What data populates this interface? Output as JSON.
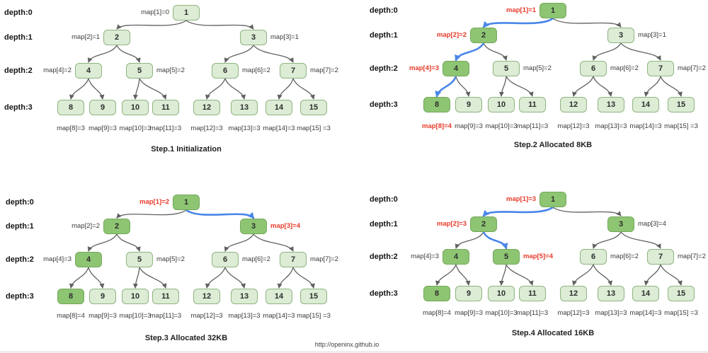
{
  "colors": {
    "node_fill": "#dcecd5",
    "node_border": "#8fb481",
    "node_fill_dark": "#8ec573",
    "node_border_dark": "#74a85a",
    "edge": "#606060",
    "edge_highlight": "#4a86e8",
    "red": "#e8392a"
  },
  "depth_labels": [
    "depth:0",
    "depth:1",
    "depth:2",
    "depth:3"
  ],
  "tree_edges": [
    [
      1,
      2
    ],
    [
      1,
      3
    ],
    [
      2,
      4
    ],
    [
      2,
      5
    ],
    [
      3,
      6
    ],
    [
      3,
      7
    ],
    [
      4,
      8
    ],
    [
      4,
      9
    ],
    [
      5,
      10
    ],
    [
      5,
      11
    ],
    [
      6,
      12
    ],
    [
      6,
      13
    ],
    [
      7,
      14
    ],
    [
      7,
      15
    ]
  ],
  "panels": [
    {
      "caption": "Step.1 Initialization",
      "highlight_edges": [],
      "nodes": [
        {
          "label": "1",
          "map_label": "map[1]=0",
          "dark": false,
          "red": false
        },
        {
          "label": "2",
          "map_label": "map[2]=1",
          "dark": false,
          "red": false
        },
        {
          "label": "3",
          "map_label": "map[3]=1",
          "dark": false,
          "red": false
        },
        {
          "label": "4",
          "map_label": "map[4]=2",
          "dark": false,
          "red": false
        },
        {
          "label": "5",
          "map_label": "map[5]=2",
          "dark": false,
          "red": false
        },
        {
          "label": "6",
          "map_label": "map[6]=2",
          "dark": false,
          "red": false
        },
        {
          "label": "7",
          "map_label": "map[7]=2",
          "dark": false,
          "red": false
        },
        {
          "label": "8",
          "map_label": "map[8]=3",
          "dark": false,
          "red": false
        },
        {
          "label": "9",
          "map_label": "map[9]=3",
          "dark": false,
          "red": false
        },
        {
          "label": "10",
          "map_label": "map[10]=3",
          "dark": false,
          "red": false
        },
        {
          "label": "11",
          "map_label": "map[11]=3",
          "dark": false,
          "red": false
        },
        {
          "label": "12",
          "map_label": "map[12]=3",
          "dark": false,
          "red": false
        },
        {
          "label": "13",
          "map_label": "map[13]=3",
          "dark": false,
          "red": false
        },
        {
          "label": "14",
          "map_label": "map[14]=3",
          "dark": false,
          "red": false
        },
        {
          "label": "15",
          "map_label": "map[15] =3",
          "dark": false,
          "red": false
        }
      ]
    },
    {
      "caption": "Step.2 Allocated 8KB",
      "highlight_edges": [
        [
          1,
          2
        ],
        [
          2,
          4
        ],
        [
          4,
          8
        ]
      ],
      "nodes": [
        {
          "label": "1",
          "map_label": "map[1]=1",
          "dark": true,
          "red": true
        },
        {
          "label": "2",
          "map_label": "map[2]=2",
          "dark": true,
          "red": true
        },
        {
          "label": "3",
          "map_label": "map[3]=1",
          "dark": false,
          "red": false
        },
        {
          "label": "4",
          "map_label": "map[4]=3",
          "dark": true,
          "red": true
        },
        {
          "label": "5",
          "map_label": "map[5]=2",
          "dark": false,
          "red": false
        },
        {
          "label": "6",
          "map_label": "map[6]=2",
          "dark": false,
          "red": false
        },
        {
          "label": "7",
          "map_label": "map[7]=2",
          "dark": false,
          "red": false
        },
        {
          "label": "8",
          "map_label": "map[8]=4",
          "dark": true,
          "red": true
        },
        {
          "label": "9",
          "map_label": "map[9]=3",
          "dark": false,
          "red": false
        },
        {
          "label": "10",
          "map_label": "map[10]=3",
          "dark": false,
          "red": false
        },
        {
          "label": "11",
          "map_label": "map[11]=3",
          "dark": false,
          "red": false
        },
        {
          "label": "12",
          "map_label": "map[12]=3",
          "dark": false,
          "red": false
        },
        {
          "label": "13",
          "map_label": "map[13]=3",
          "dark": false,
          "red": false
        },
        {
          "label": "14",
          "map_label": "map[14]=3",
          "dark": false,
          "red": false
        },
        {
          "label": "15",
          "map_label": "map[15] =3",
          "dark": false,
          "red": false
        }
      ]
    },
    {
      "caption": "Step.3 Allocated 32KB",
      "highlight_edges": [
        [
          1,
          3
        ]
      ],
      "nodes": [
        {
          "label": "1",
          "map_label": "map[1]=2",
          "dark": true,
          "red": true
        },
        {
          "label": "2",
          "map_label": "map[2]=2",
          "dark": true,
          "red": false
        },
        {
          "label": "3",
          "map_label": "map[3]=4",
          "dark": true,
          "red": true
        },
        {
          "label": "4",
          "map_label": "map[4]=3",
          "dark": true,
          "red": false
        },
        {
          "label": "5",
          "map_label": "map[5]=2",
          "dark": false,
          "red": false
        },
        {
          "label": "6",
          "map_label": "map[6]=2",
          "dark": false,
          "red": false
        },
        {
          "label": "7",
          "map_label": "map[7]=2",
          "dark": false,
          "red": false
        },
        {
          "label": "8",
          "map_label": "map[8]=4",
          "dark": true,
          "red": false
        },
        {
          "label": "9",
          "map_label": "map[9]=3",
          "dark": false,
          "red": false
        },
        {
          "label": "10",
          "map_label": "map[10]=3",
          "dark": false,
          "red": false
        },
        {
          "label": "11",
          "map_label": "map[11]=3",
          "dark": false,
          "red": false
        },
        {
          "label": "12",
          "map_label": "map[12]=3",
          "dark": false,
          "red": false
        },
        {
          "label": "13",
          "map_label": "map[13]=3",
          "dark": false,
          "red": false
        },
        {
          "label": "14",
          "map_label": "map[14]=3",
          "dark": false,
          "red": false
        },
        {
          "label": "15",
          "map_label": "map[15] =3",
          "dark": false,
          "red": false
        }
      ]
    },
    {
      "caption": "Step.4 Allocated 16KB",
      "highlight_edges": [
        [
          1,
          2
        ],
        [
          2,
          5
        ]
      ],
      "nodes": [
        {
          "label": "1",
          "map_label": "map[1]=3",
          "dark": true,
          "red": true
        },
        {
          "label": "2",
          "map_label": "map[2]=3",
          "dark": true,
          "red": true
        },
        {
          "label": "3",
          "map_label": "map[3]=4",
          "dark": true,
          "red": false
        },
        {
          "label": "4",
          "map_label": "map[4]=3",
          "dark": true,
          "red": false
        },
        {
          "label": "5",
          "map_label": "map[5]=4",
          "dark": true,
          "red": true
        },
        {
          "label": "6",
          "map_label": "map[6]=2",
          "dark": false,
          "red": false
        },
        {
          "label": "7",
          "map_label": "map[7]=2",
          "dark": false,
          "red": false
        },
        {
          "label": "8",
          "map_label": "map[8]=4",
          "dark": true,
          "red": false
        },
        {
          "label": "9",
          "map_label": "map[9]=3",
          "dark": false,
          "red": false
        },
        {
          "label": "10",
          "map_label": "map[10]=3",
          "dark": false,
          "red": false
        },
        {
          "label": "11",
          "map_label": "map[11]=3",
          "dark": false,
          "red": false
        },
        {
          "label": "12",
          "map_label": "map[12]=3",
          "dark": false,
          "red": false
        },
        {
          "label": "13",
          "map_label": "map[13]=3",
          "dark": false,
          "red": false
        },
        {
          "label": "14",
          "map_label": "map[14]=3",
          "dark": false,
          "red": false
        },
        {
          "label": "15",
          "map_label": "map[15] =3",
          "dark": false,
          "red": false
        }
      ]
    }
  ],
  "footer": {
    "url": "http://openinx.github.io"
  }
}
